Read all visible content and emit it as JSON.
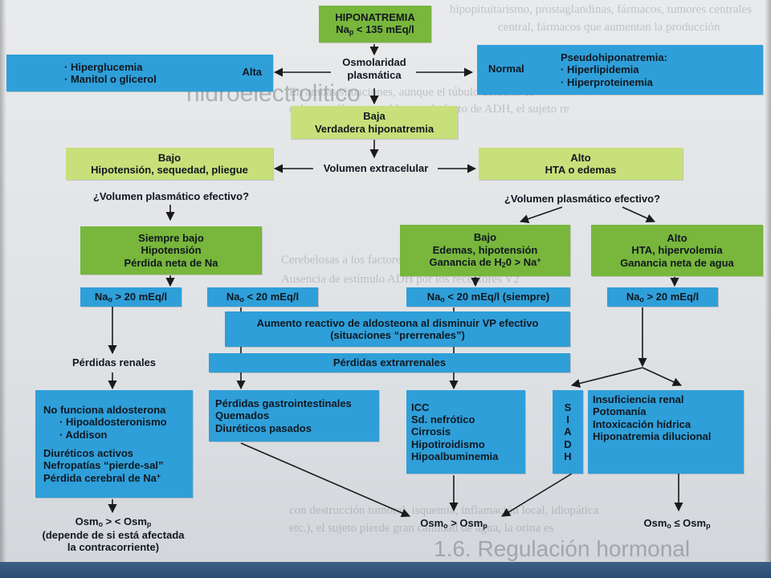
{
  "background_page": {
    "heading_right": "hidroelectrolitico",
    "heading_bottom": "1.6. Regulación hormonal",
    "text_lines": [
      "hipopituitarismo, prostaglandinas, fármacos, tumores centrales",
      "central, fármacos que aumentan la producción",
      "En ambas situaciones, aunque el túbulo colector es",
      "colector sólo permeable por el efecto de ADH, el sujeto re",
      "Cerebelosas a los factores que afectan a la",
      "Ausencia de estímulo ADH por los receptores V2",
      "con destrucción tumoral, isquemia, inflamación local, idiopática",
      "etc.), el sujeto pierde gran cantidad de agua, la orina es"
    ]
  },
  "nodes": {
    "hiponatremia": {
      "title": "HIPONATREMIA",
      "line2_prefix": "Na",
      "line2_sub": "p",
      "line2_suffix": " < 135 mEq/l"
    },
    "osmolaridad": {
      "line1": "Osmolaridad",
      "line2": "plasmática"
    },
    "alta_label": "Alta",
    "alta_causes": [
      "· Hiperglucemia",
      "· Manitol o glicerol"
    ],
    "normal_label": "Normal",
    "pseudo": {
      "title": "Pseudohiponatremia:",
      "items": [
        "· Hiperlipidemia",
        "· Hiperproteinemia"
      ]
    },
    "baja": {
      "line1": "Baja",
      "line2": "Verdadera hiponatremia"
    },
    "volumen_ec": "Volumen extracelular",
    "bajo": {
      "line1": "Bajo",
      "line2": "Hipotensión, sequedad, pliegue"
    },
    "alto": {
      "line1": "Alto",
      "line2": "HTA o edemas"
    },
    "vpe_left": "¿Volumen plasmático efectivo?",
    "vpe_right": "¿Volumen plasmático efectivo?",
    "siempre_bajo": [
      "Siempre bajo",
      "Hipotensión",
      "Pérdida neta de Na"
    ],
    "bajo_edemas": {
      "line1": "Bajo",
      "line2": "Edemas, hipotensión",
      "line3_prefix": "Ganancia de H",
      "line3_sub": "2",
      "line3_mid": "0 > Na",
      "line3_sup": "+"
    },
    "alto_hta": [
      "Alto",
      "HTA, hipervolemia",
      "Ganancia neta de agua"
    ],
    "nao_gt20_left": {
      "prefix": "Na",
      "sub": "o",
      "suffix": " > 20 mEq/l"
    },
    "nao_lt20_mid": {
      "prefix": "Na",
      "sub": "o",
      "suffix": " < 20 mEq/l"
    },
    "nao_lt20_siempre": {
      "prefix": "Na",
      "sub": "o",
      "suffix": " < 20 mEq/l (siempre)"
    },
    "nao_gt20_right": {
      "prefix": "Na",
      "sub": "o",
      "suffix": " > 20 mEq/l"
    },
    "aumento_reactivo": [
      "Aumento reactivo de aldosteona al disminuir VP efectivo",
      "(situaciones “prerrenales”)"
    ],
    "perdidas_renales": "Pérdidas renales",
    "perdidas_extrarrenales": "Pérdidas extrarrenales",
    "renal_causes": {
      "title": "No funciona aldosterona",
      "items": [
        "· Hipoaldosteronismo",
        "· Addison"
      ],
      "extra": [
        "Diuréticos activos",
        "Nefropatías “pierde-sal”"
      ],
      "last_prefix": "Pérdida cerebral de Na",
      "last_sup": "+"
    },
    "extrarrenal_causes": [
      "Pérdidas gastrointestinales",
      "Quemados",
      "Diuréticos pasados"
    ],
    "edema_causes": [
      "ICC",
      "Sd. nefrótico",
      "Cirrosis",
      "Hipotiroidismo",
      "Hipoalbuminemia"
    ],
    "siadh_letters": [
      "S",
      "I",
      "A",
      "D",
      "H"
    ],
    "water_causes": [
      "Insuficiencia renal",
      "Potomanía",
      "Intoxicación hídrica",
      "Hiponatremia dilucional"
    ],
    "osm_left": {
      "a": "Osm",
      "a_sub": "o",
      "op": " > < ",
      "b": "Osm",
      "b_sub": "p",
      "note1": "(depende de si está afectada",
      "note2": "la contracorriente)"
    },
    "osm_mid": {
      "a": "Osm",
      "a_sub": "o",
      "op": " > ",
      "b": "Osm",
      "b_sub": "p"
    },
    "osm_right": {
      "a": "Osm",
      "a_sub": "o",
      "op": " ≤ ",
      "b": "Osm",
      "b_sub": "p"
    }
  },
  "colors": {
    "green": "#78b63c",
    "light_green": "#c7e07a",
    "blue": "#2f9fd9",
    "bottom_bar": "#2a4b72"
  }
}
